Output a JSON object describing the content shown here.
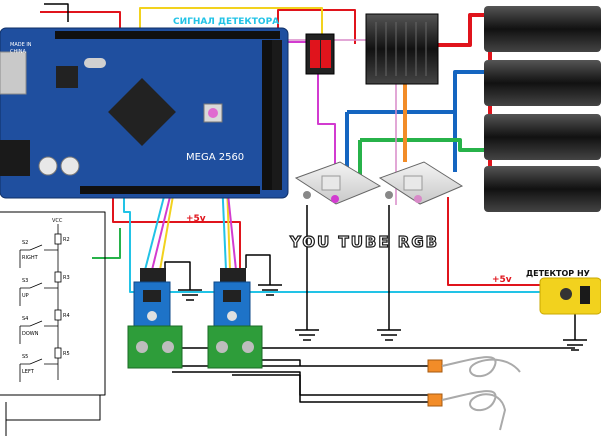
{
  "board": {
    "label": "MEGA 2560",
    "made_in": "MADE IN",
    "country": "CHINA"
  },
  "signal_label": "СИГНАЛ ДЕТЕКТОРА",
  "watermark": "YOU TUBE RGB",
  "power_label_1": "+5v",
  "power_label_2": "+5v",
  "detector_label": "ДЕТЕКТОР НУ",
  "keypad": {
    "vcc": "VCC",
    "resistors": [
      "R2",
      "R3",
      "R4",
      "R5"
    ],
    "switches": [
      {
        "id": "S2",
        "name": "RIGHT"
      },
      {
        "id": "S3",
        "name": "UP"
      },
      {
        "id": "S4",
        "name": "DOWN"
      },
      {
        "id": "S5",
        "name": "LEFT"
      }
    ]
  },
  "colors": {
    "red": "#e0141c",
    "blue": "#1565c0",
    "green": "#27b24a",
    "orange": "#f28c28",
    "yellow": "#f2d21e",
    "magenta": "#d23bd0",
    "cyan": "#22c3e6",
    "board": "#1f4f9f",
    "module_blue": "#1e73c8",
    "terminal_green": "#2e9d3a",
    "heater": "#1a1a1a"
  }
}
